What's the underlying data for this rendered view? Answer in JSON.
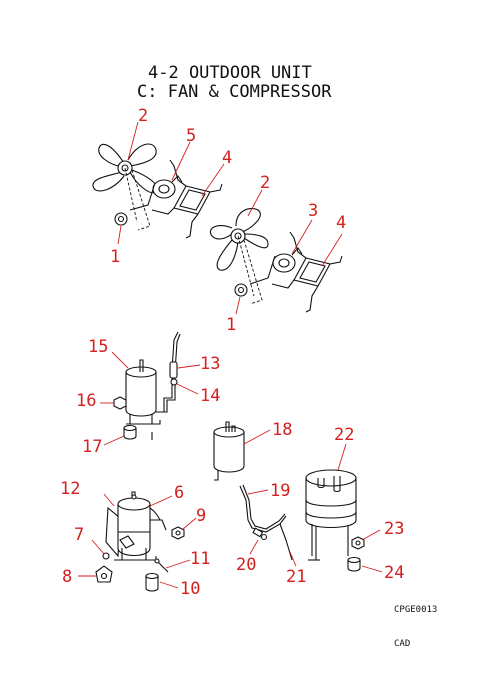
{
  "title": {
    "line1": "4-2 OUTDOOR UNIT",
    "line2": "C: FAN & COMPRESSOR"
  },
  "callouts": {
    "fan_top": {
      "n1": "1",
      "n2": "2",
      "n4": "4",
      "n5": "5"
    },
    "fan_bottom": {
      "n1": "1",
      "n2": "2",
      "n3": "3",
      "n4": "4"
    },
    "accumulator": {
      "n13": "13",
      "n14": "14",
      "n15": "15",
      "n16": "16",
      "n17": "17"
    },
    "receiver": {
      "n18": "18"
    },
    "compressor": {
      "n6": "6",
      "n7": "7",
      "n8": "8",
      "n9": "9",
      "n10": "10",
      "n11": "11",
      "n12": "12"
    },
    "tank": {
      "n19": "19",
      "n20": "20",
      "n21": "21",
      "n22": "22",
      "n23": "23",
      "n24": "24"
    }
  },
  "footer": {
    "drawing_code": "CPGE0013",
    "source": "CAD"
  },
  "colors": {
    "callout": "#d42020",
    "line": "#111111",
    "background": "#ffffff"
  }
}
